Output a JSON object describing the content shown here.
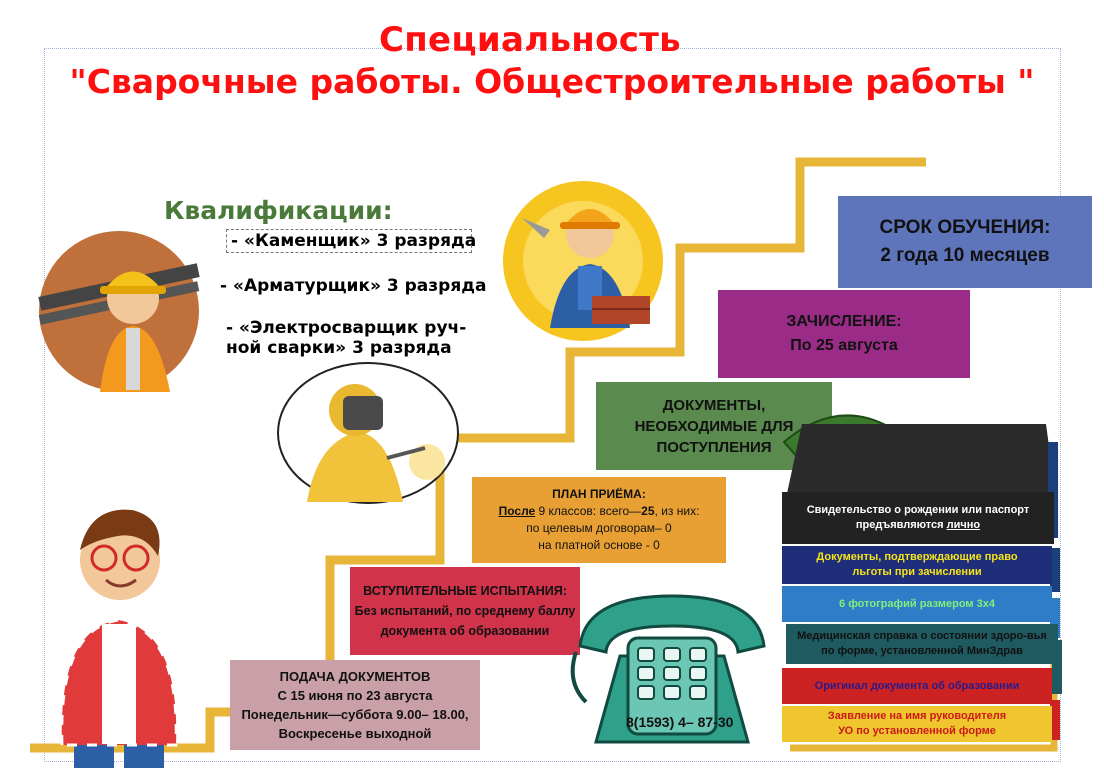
{
  "title": {
    "line1": "Специальность",
    "line2": "\"Сварочные работы. Общестроительные работы \""
  },
  "qualifications": {
    "heading": "Квалификации:",
    "items": [
      "- «Каменщик» 3 разряда",
      "- «Арматурщик»  3 разряда",
      "-  «Электросварщик руч-ной сварки» 3 разряда"
    ]
  },
  "srok": {
    "label": "СРОК ОБУЧЕНИЯ:",
    "value": "2 года 10 месяцев"
  },
  "zachislenie": {
    "label": "ЗАЧИСЛЕНИЕ:",
    "value": "По 25 августа"
  },
  "documents": {
    "lines": [
      "ДОКУМЕНТЫ,",
      "НЕОБХОДИМЫЕ ДЛЯ",
      "ПОСТУПЛЕНИЯ"
    ]
  },
  "plan": {
    "heading": "ПЛАН ПРИЁМА:",
    "after": "После",
    "line1_rest": " 9 классов:  всего—",
    "total": "25",
    "line1_end": ", из них:",
    "line2": "по целевым  договорам– 0",
    "line3": "на платной основе  - 0"
  },
  "exams": {
    "heading": "ВСТУПИТЕЛЬНЫЕ ИСПЫТАНИЯ:",
    "line1": "Без испытаний, по среднему баллу",
    "line2": "документа об образовании"
  },
  "submission": {
    "heading": "ПОДАЧА ДОКУМЕНТОВ",
    "line1": "С 15 июня по 23 августа",
    "line2": "Понедельник—суббота  9.00– 18.00,",
    "line3": "Воскресенье выходной"
  },
  "phone": "8(1593)  4– 87-30",
  "books": [
    {
      "text": "Свидетельство о рождении или паспорт предъявляются ",
      "underline": "лично",
      "color": "#222222",
      "text_color": "#ffffff"
    },
    {
      "text": "Документы, подтверждающие право льготы при зачислении",
      "color": "#1f2e7a",
      "text_color": "#f5e418"
    },
    {
      "text": "6 фотографий размером 3х4",
      "color": "#2f7cc8",
      "text_color": "#7ff07a"
    },
    {
      "text": "Медицинская справка о состоянии здоро-вья по форме, установленной МинЗдрав",
      "color": "#1e5a60",
      "text_color": "#111111"
    },
    {
      "text": "Оригинал документа об образовании",
      "color": "#cc2222",
      "text_color": "#2a1a8a"
    },
    {
      "text": "Заявление на имя руководителя УО по установленной форме",
      "color": "#f0c62e",
      "text_color": "#cc1a1a"
    }
  ],
  "colors": {
    "title": "#ff1010",
    "stairs": "#e7b638",
    "srok": "#5e74bb",
    "zachislenie": "#9a2b86",
    "documents": "#5a8a4e",
    "plan": "#e8a034",
    "exams": "#d0334a",
    "submission": "#c9a0a8",
    "phone": "#2fa08a"
  }
}
